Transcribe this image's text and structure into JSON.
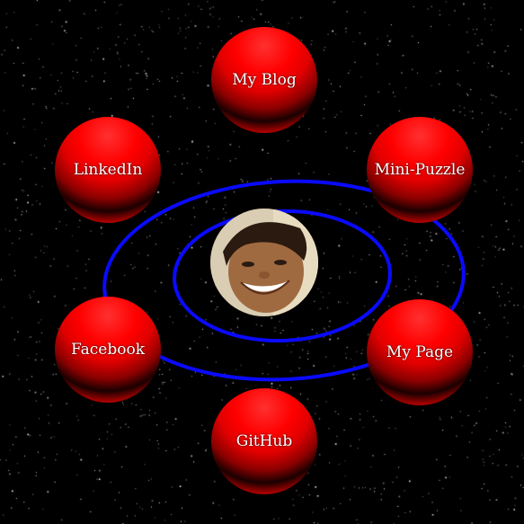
{
  "links": {
    "blog": "My Blog",
    "linkedin": "LinkedIn",
    "puzzle": "Mini-Puzzle",
    "facebook": "Facebook",
    "mypage": "My Page",
    "github": "GitHub"
  },
  "colors": {
    "background": "#000000",
    "planet": "#ff0000",
    "orbit": "#0000ff",
    "label": "#ffffff"
  },
  "icons": {
    "avatar": "profile-photo"
  }
}
